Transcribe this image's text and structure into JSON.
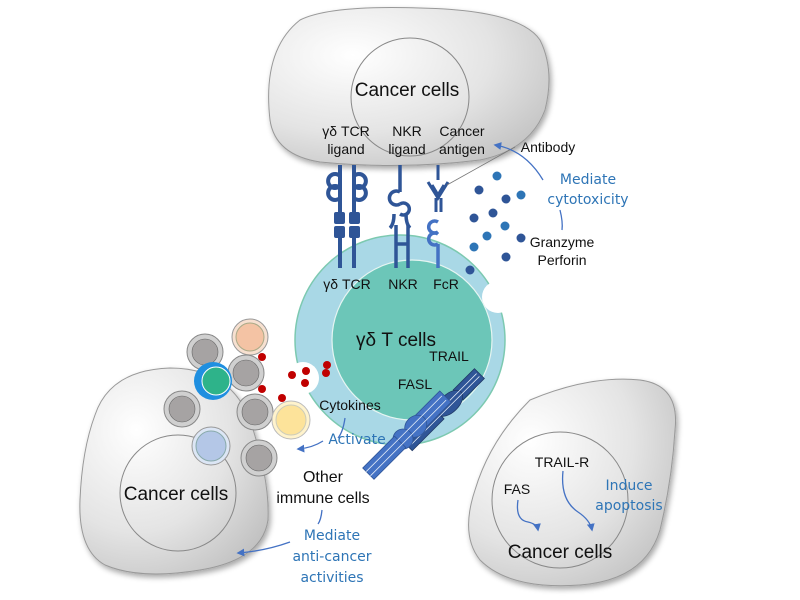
{
  "title": "Anti-cancer mechanisms of γδ T cells",
  "colors": {
    "receptor_dark": "#2f5597",
    "receptor_mid": "#4472c4",
    "tcell_outer": "#a9d8e6",
    "tcell_inner": "#6cc6b8",
    "cytokine": "#c00000",
    "granule": "#2f5597",
    "annotation": "#2e75b6"
  },
  "top_cell": {
    "label": "Cancer cells",
    "ligands": [
      {
        "line1": "γδ TCR",
        "line2": "ligand"
      },
      {
        "line1": "NKR",
        "line2": "ligand"
      },
      {
        "line1": "Cancer",
        "line2": "antigen"
      }
    ]
  },
  "antibody_label": "Antibody",
  "mediate_cytotoxicity": {
    "line1": "Mediate",
    "line2": "cytotoxicity"
  },
  "granzyme": {
    "line1": "Granzyme",
    "line2": "Perforin"
  },
  "tcell": {
    "label": "γδ T cells",
    "receptors": [
      "γδ TCR",
      "NKR",
      "FcR"
    ],
    "trail_label": "TRAIL",
    "fasl_label": "FASL"
  },
  "cytokines_label": "Cytokines",
  "activate_label": "Activate",
  "other_immune": {
    "line1": "Other",
    "line2": "immune cells"
  },
  "mediate_anticancer": {
    "line1": "Mediate",
    "line2": "anti-cancer",
    "line3": "activities"
  },
  "left_cell": {
    "label": "Cancer cells"
  },
  "right_cell": {
    "label": "Cancer cells",
    "trail_r_label": "TRAIL-R",
    "fas_label": "FAS",
    "induce": {
      "line1": "Induce",
      "line2": "apoptosis"
    }
  }
}
